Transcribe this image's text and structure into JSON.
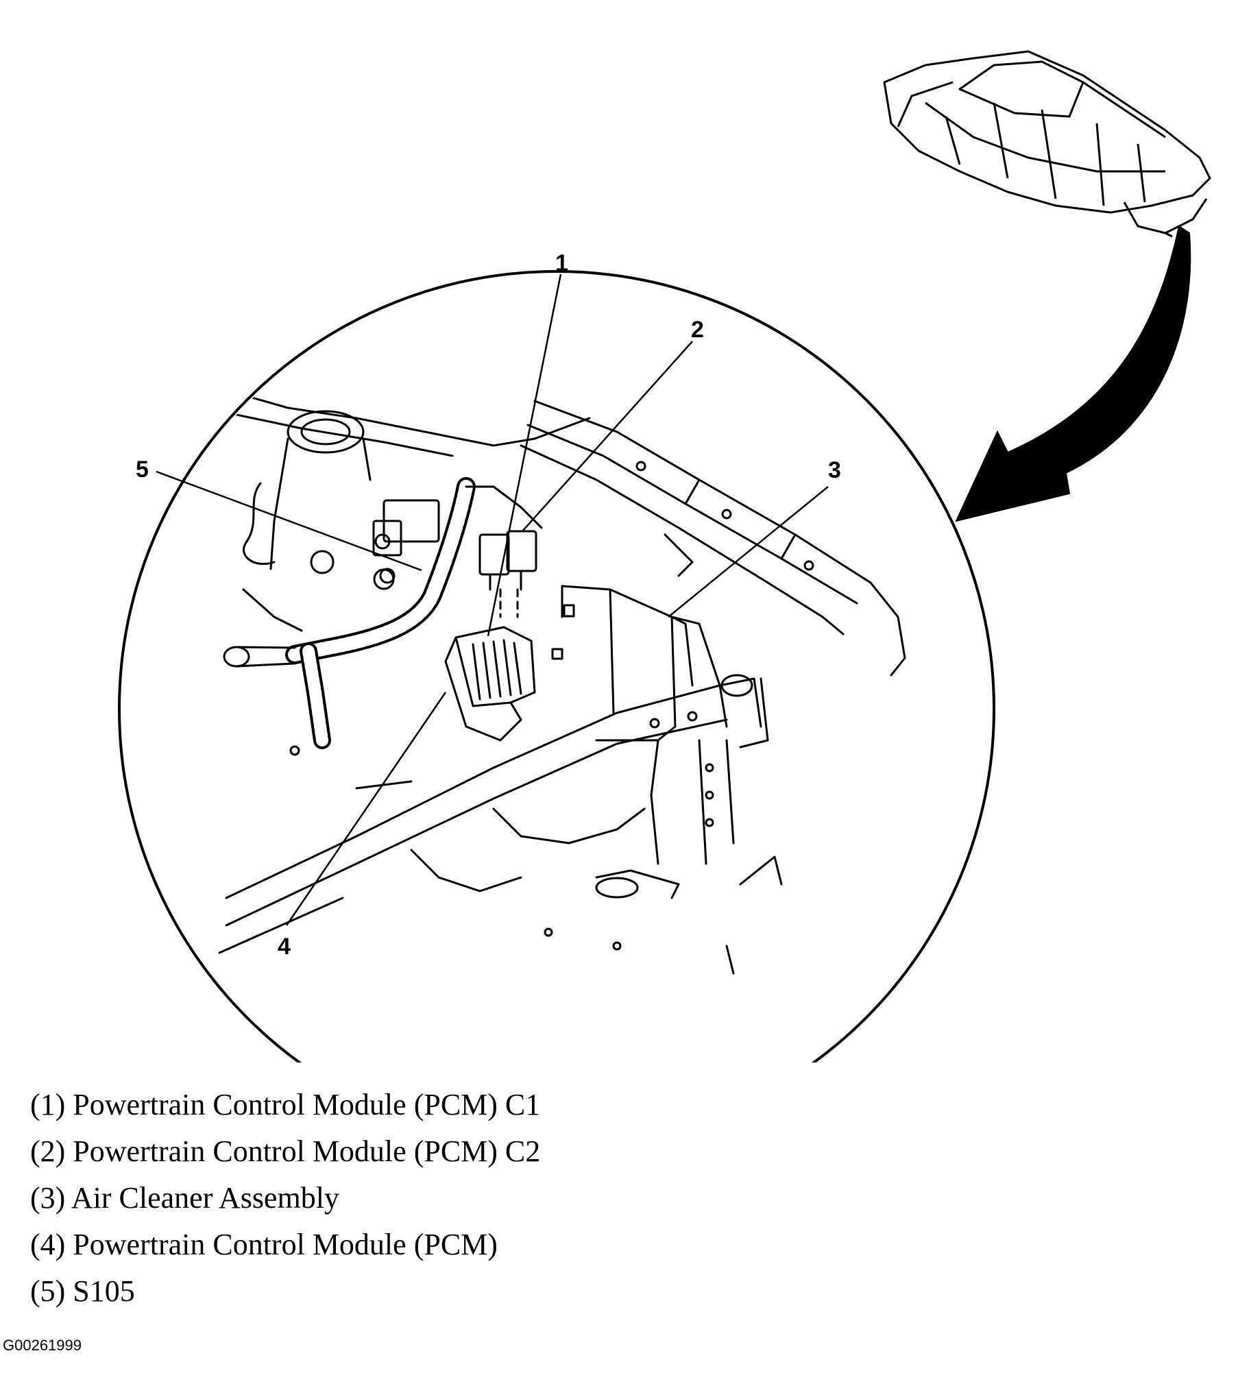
{
  "callouts": [
    {
      "number": "1",
      "label": "(1) Powertrain Control Module (PCM) C1"
    },
    {
      "number": "2",
      "label": "(2) Powertrain Control Module (PCM) C2"
    },
    {
      "number": "3",
      "label": "(3) Air Cleaner Assembly"
    },
    {
      "number": "4",
      "label": "(4) Powertrain Control Module (PCM)"
    },
    {
      "number": "5",
      "label": "(5) S105"
    }
  ],
  "figure_id": "G00261999"
}
